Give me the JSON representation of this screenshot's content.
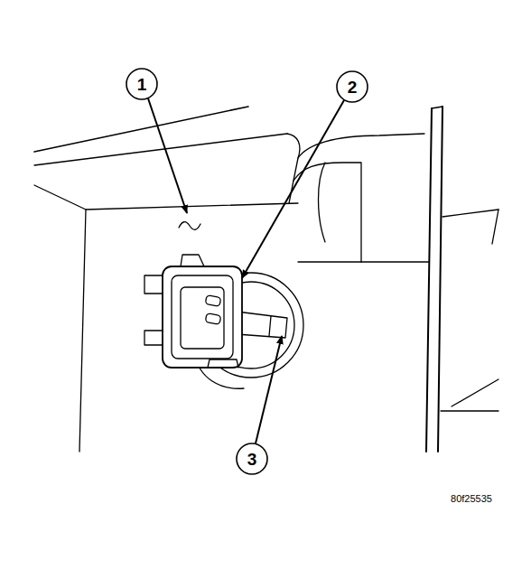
{
  "diagram": {
    "labels": [
      "1",
      "2",
      "3",
      "80f25535"
    ]
  }
}
